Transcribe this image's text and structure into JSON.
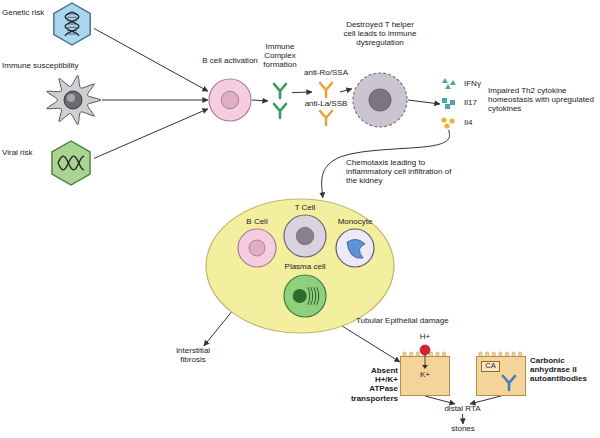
{
  "diagram": {
    "nodes": [
      {
        "text": [
          "Genetic risk"
        ]
      },
      {
        "text": [
          "Immune susceptibility"
        ]
      },
      {
        "text": [
          "Viral risk"
        ]
      },
      {
        "text": [
          "B cell activation"
        ]
      },
      {
        "text": [
          "Immune Complex formation"
        ]
      },
      {
        "text": [
          "anti-Ro/SSA",
          "anti-La/SSB"
        ]
      },
      {
        "text": [
          "Destroyed T helper cell leads to immune dysregulation"
        ]
      },
      {
        "text": [
          "IFNγ",
          "Il17",
          "Il4",
          "Impaired Th2 cytokine homeostasis with upregulated cytokines"
        ]
      },
      {
        "text": []
      },
      {
        "text": [
          "B Cell"
        ],
        "in": 8
      },
      {
        "text": [
          "T Cell"
        ],
        "in": 8
      },
      {
        "text": [
          "Monocyte"
        ],
        "in": 8
      },
      {
        "text": [
          "Plasma cell"
        ],
        "in": 8
      },
      {
        "text": [
          "Interstitial fibrosis"
        ]
      },
      {
        "text": [
          "H+",
          "K+",
          "Absent H+/K+ ATPase transporters"
        ]
      },
      {
        "text": [
          "CA",
          "Carbonic anhydrase II autoantibodies"
        ]
      },
      {
        "text": [
          "distal RTA"
        ]
      },
      {
        "text": [
          "stones"
        ]
      }
    ],
    "edges": [
      {
        "from": 0,
        "to": 3,
        "arrow": "to"
      },
      {
        "from": 1,
        "to": 3,
        "arrow": "to"
      },
      {
        "from": 2,
        "to": 3,
        "arrow": "to"
      },
      {
        "from": 3,
        "to": 4,
        "arrow": "to"
      },
      {
        "from": 4,
        "to": 5,
        "arrow": "to"
      },
      {
        "from": 5,
        "to": 6,
        "arrow": "to"
      },
      {
        "from": 6,
        "to": 7,
        "arrow": "to"
      },
      {
        "from": 7,
        "to": 8,
        "label": "Chemotaxis leading to inflammatory cell infiltration of the kidney",
        "arrow": "to"
      },
      {
        "from": 8,
        "to": 13,
        "arrow": "to"
      },
      {
        "from": 8,
        "to": 14,
        "label": "Tubular Epithelial damage",
        "arrow": "to"
      },
      {
        "from": 14,
        "to": 16,
        "arrow": "to"
      },
      {
        "from": 15,
        "to": 16,
        "arrow": "to"
      },
      {
        "from": 16,
        "to": 17,
        "arrow": "to"
      }
    ]
  }
}
